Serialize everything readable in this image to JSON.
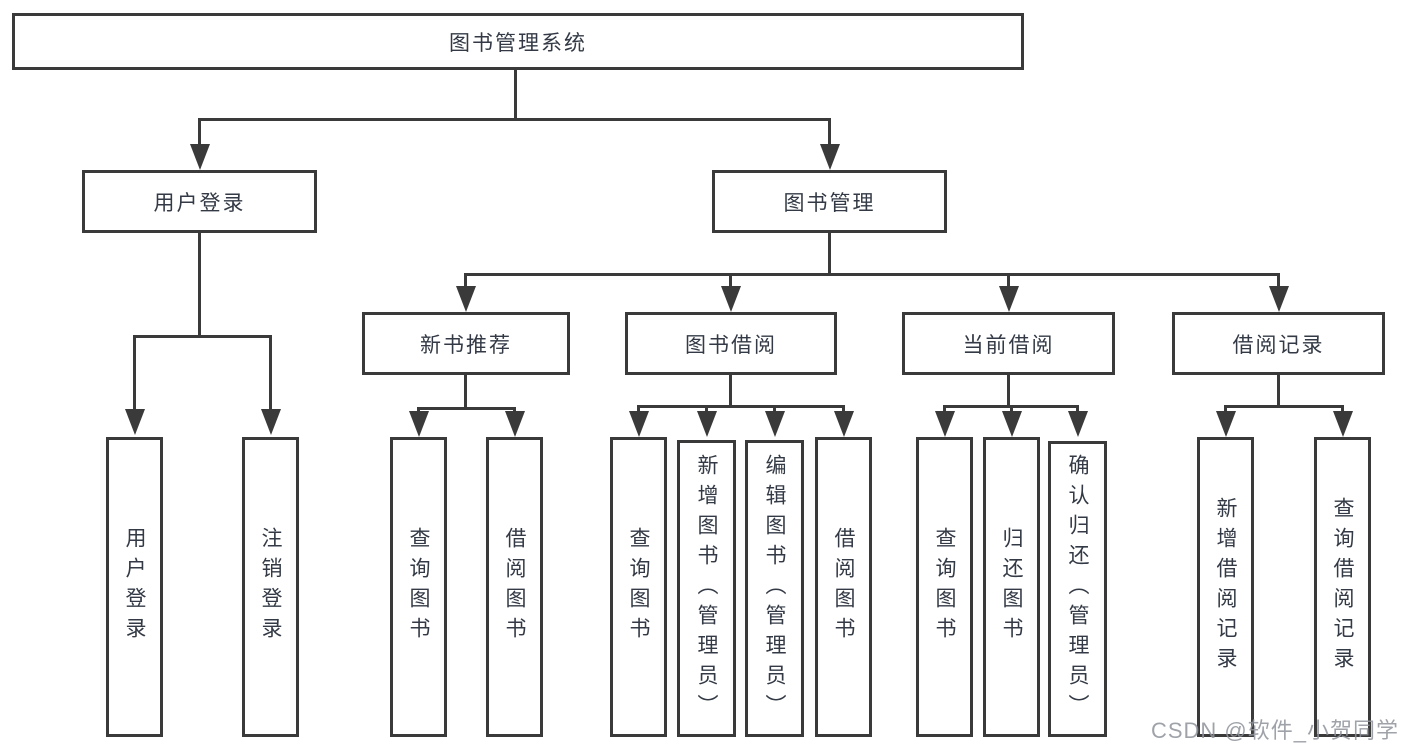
{
  "diagram": {
    "root": {
      "label": "图书管理系统"
    },
    "branches": [
      {
        "label": "用户登录",
        "children": [
          {
            "label": "用户登录"
          },
          {
            "label": "注销登录"
          }
        ]
      },
      {
        "label": "图书管理",
        "children": [
          {
            "label": "新书推荐",
            "children": [
              {
                "label": "查询图书"
              },
              {
                "label": "借阅图书"
              }
            ]
          },
          {
            "label": "图书借阅",
            "children": [
              {
                "label": "查询图书"
              },
              {
                "label": "新增图书（管理员）"
              },
              {
                "label": "编辑图书（管理员）"
              },
              {
                "label": "借阅图书"
              }
            ]
          },
          {
            "label": "当前借阅",
            "children": [
              {
                "label": "查询图书"
              },
              {
                "label": "归还图书"
              },
              {
                "label": "确认归还（管理员）"
              }
            ]
          },
          {
            "label": "借阅记录",
            "children": [
              {
                "label": "新增借阅记录"
              },
              {
                "label": "查询借阅记录"
              }
            ]
          }
        ]
      }
    ]
  },
  "watermark": {
    "text": "CSDN @软件_小贺同学"
  },
  "colors": {
    "line": "#3a3a3a",
    "text": "#333a45",
    "box_bg": "#ffffff",
    "page_bg": "#ffffff",
    "wm": "#8f949b"
  }
}
